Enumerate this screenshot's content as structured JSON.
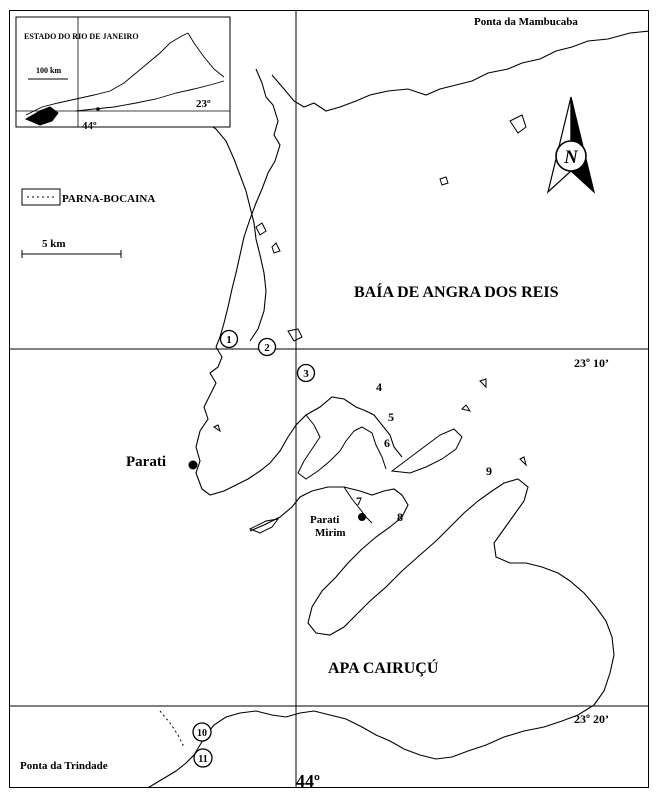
{
  "map": {
    "places": {
      "ponta_mambucaba": "Ponta da Mambucaba",
      "baia_angra": "BAÍA DE ANGRA DOS REIS",
      "parati": "Parati",
      "parati_mirim_line1": "Parati",
      "parati_mirim_line2": "Mirim",
      "apa_cairucu": "APA CAIRUÇÚ",
      "ponta_trindade": "Ponta da Trindade"
    },
    "coordinates": {
      "lat_23_10": "23º 10’",
      "lat_23_20": "23º 20’",
      "lon_44": "44º"
    },
    "north_arrow": {
      "letter": "N"
    },
    "scale_bar": {
      "label": "5 km"
    },
    "legend": {
      "label": "PARNA-BOCAINA"
    },
    "inset": {
      "title": "ESTADO DO RIO DE JANEIRO",
      "scale_label": "100 km",
      "lat_label": "23º",
      "lon_label": "44º"
    },
    "sites": {
      "s1": "1",
      "s2": "2",
      "s3": "3",
      "s4": "4",
      "s5": "5",
      "s6": "6",
      "s7": "7",
      "s8": "8",
      "s9": "9",
      "s10": "10",
      "s11": "11"
    },
    "colors": {
      "ink": "#000000",
      "paper": "#ffffff"
    }
  }
}
